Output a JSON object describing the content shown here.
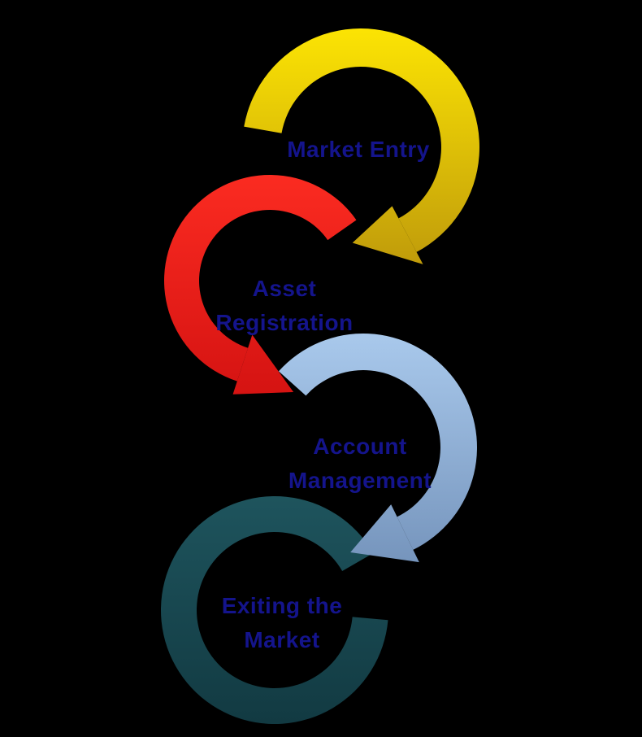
{
  "diagram": {
    "type": "process-cycle",
    "background_color": "#000000",
    "label_color": "#14148C",
    "stages": [
      {
        "id": "market-entry",
        "label_lines": [
          "Market Entry"
        ],
        "color_top": "#FCE403",
        "color_bottom": "#BE990B"
      },
      {
        "id": "asset-registration",
        "label_lines": [
          "Asset",
          "Registration"
        ],
        "color_top": "#FB2B21",
        "color_bottom": "#D01010"
      },
      {
        "id": "account-management",
        "label_lines": [
          "Account",
          "Management"
        ],
        "color_top": "#A9C9EC",
        "color_bottom": "#7493BB"
      },
      {
        "id": "exiting-the-market",
        "label_lines": [
          "Exiting the",
          "Market"
        ],
        "color_top": "#1E545D",
        "color_bottom": "#123A42"
      }
    ]
  }
}
